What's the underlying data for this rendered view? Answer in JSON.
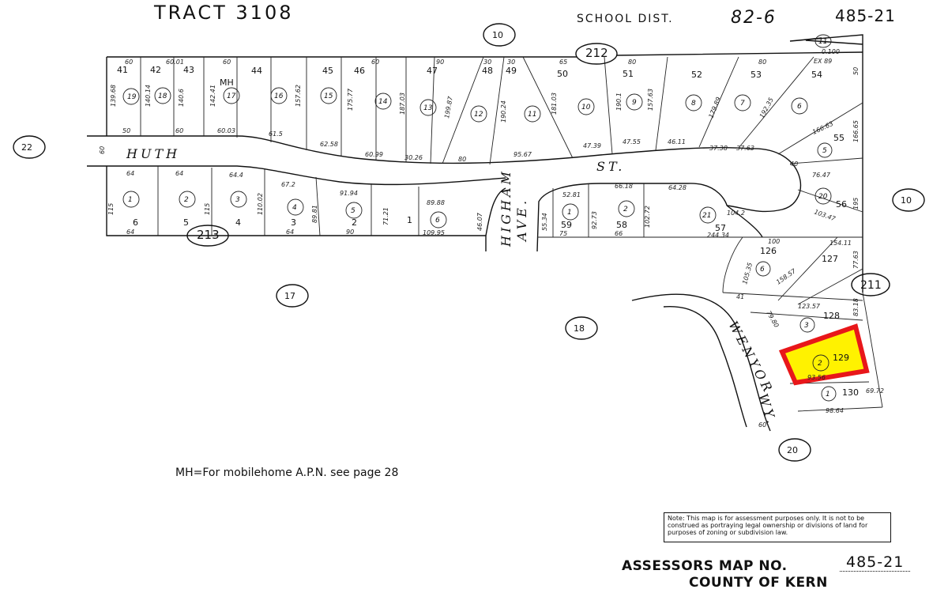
{
  "header": {
    "tract_title": "TRACT 3108",
    "school_district_label": "SCHOOL DIST.",
    "school_district_value": "82-6",
    "map_code": "485-21"
  },
  "streets": {
    "huth": "HUTH",
    "st": "ST.",
    "higham": "HIGHAM",
    "ave": "AVE.",
    "wenyor": "WENYOR",
    "wy": "WY."
  },
  "book_refs": {
    "top_center": "10",
    "top_212": "212",
    "top_right_11": "11",
    "left_22": "22",
    "right_10": "10",
    "bottom_213": "213",
    "center_17": "17",
    "center_18": "18",
    "right_211": "211",
    "bottom_20": "20"
  },
  "top_block": {
    "lots": [
      "41",
      "42",
      "43",
      "44",
      "45",
      "46",
      "47",
      "48",
      "49",
      "50",
      "51",
      "52",
      "53",
      "54"
    ],
    "circles": [
      "19",
      "18",
      "17",
      "16",
      "15",
      "14",
      "13",
      "12",
      "11",
      "10",
      "9",
      "8",
      "7",
      "6"
    ],
    "top_dims": [
      "60",
      "60.01",
      "60",
      "",
      "",
      "60",
      "90",
      "30",
      "30",
      "65",
      "80",
      "",
      "80",
      "EX 89"
    ],
    "bottom_dims": [
      "50",
      "60",
      "60.03",
      "61.5",
      "62.58",
      "60.99",
      "30.26",
      "80",
      "95.67",
      "47.39",
      "47.55",
      "46.11",
      "37.38",
      "37.63"
    ],
    "side_dims": [
      "139.68",
      "140.14",
      "140.6",
      "142.41",
      "157.62",
      "175.77",
      "187.03",
      "199.87",
      "190.24",
      "181.03",
      "190.1",
      "157.63",
      "179.89",
      "192.35"
    ],
    "mh": "MH",
    "extra_dim": "0.100"
  },
  "east_lots": {
    "lot55": "55",
    "lot55_circle": "5",
    "lot56": "56",
    "lot56_circle": "20",
    "dims": [
      "166.65",
      "166.63",
      "76.47",
      "103.47",
      "195",
      "50",
      "40"
    ]
  },
  "bottom_block": {
    "lots": [
      "6",
      "5",
      "4",
      "3",
      "2",
      "1",
      "59",
      "58",
      "57"
    ],
    "circles": [
      "1",
      "2",
      "3",
      "4",
      "5",
      "6",
      "1",
      "2",
      "21"
    ],
    "top_dims": [
      "64",
      "64",
      "64.4",
      "67.2",
      "91.94",
      "89.88",
      "52.81",
      "66.18",
      "64.28",
      "104.2"
    ],
    "bottom_dims": [
      "64",
      "",
      "",
      "64",
      "90",
      "109.95",
      "75",
      "66",
      "244.34"
    ],
    "side_dims": [
      "115",
      "115",
      "110.02",
      "89.81",
      "71.21",
      "46.07",
      "55.34",
      "92.73",
      "102.72"
    ],
    "street_width": "60"
  },
  "wenyor_lots": {
    "lots": [
      "126",
      "127",
      "128",
      "129",
      "130"
    ],
    "circles": [
      "6",
      "",
      "3",
      "2",
      "1"
    ],
    "dims": [
      "100",
      "154.11",
      "105.35",
      "158.57",
      "77.63",
      "123.57",
      "83.18",
      "93.56",
      "98.64",
      "69.72",
      "79.80",
      "41",
      "60"
    ]
  },
  "highlight": {
    "color": "#e8171a",
    "fill": "#fff200",
    "lot": "129"
  },
  "notes": {
    "mh_note": "MH=For mobilehome A.P.N. see page 28",
    "disclaimer": "Note: This map is for assessment purposes only. It is not to be construed as portraying legal ownership or divisions of land for purposes of zoning or subdivision law."
  },
  "footer": {
    "assessor_label": "ASSESSORS MAP NO.",
    "assessor_number": "485-21",
    "county": "COUNTY OF KERN"
  }
}
